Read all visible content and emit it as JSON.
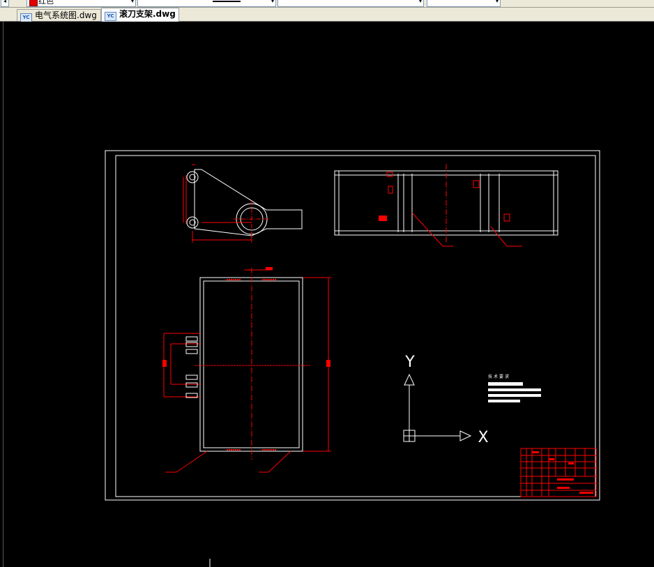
{
  "toolbar": {
    "layer_value": "红色",
    "scroll_glyph": "◂",
    "dropdown_glyph": "▾"
  },
  "tabs": [
    {
      "label": "电气系统图.dwg",
      "icon": "dwg-file-icon"
    },
    {
      "label": "滚刀支架.dwg",
      "icon": "dwg-file-icon"
    }
  ],
  "drawing": {
    "title": "滚刀支架",
    "tech_requirements_title": "技术要求",
    "ucs_y_label": "Y",
    "ucs_x_label": "X",
    "colors": {
      "background": "#000000",
      "geometry": "#ffffff",
      "dimensions": "#ff0000"
    }
  }
}
